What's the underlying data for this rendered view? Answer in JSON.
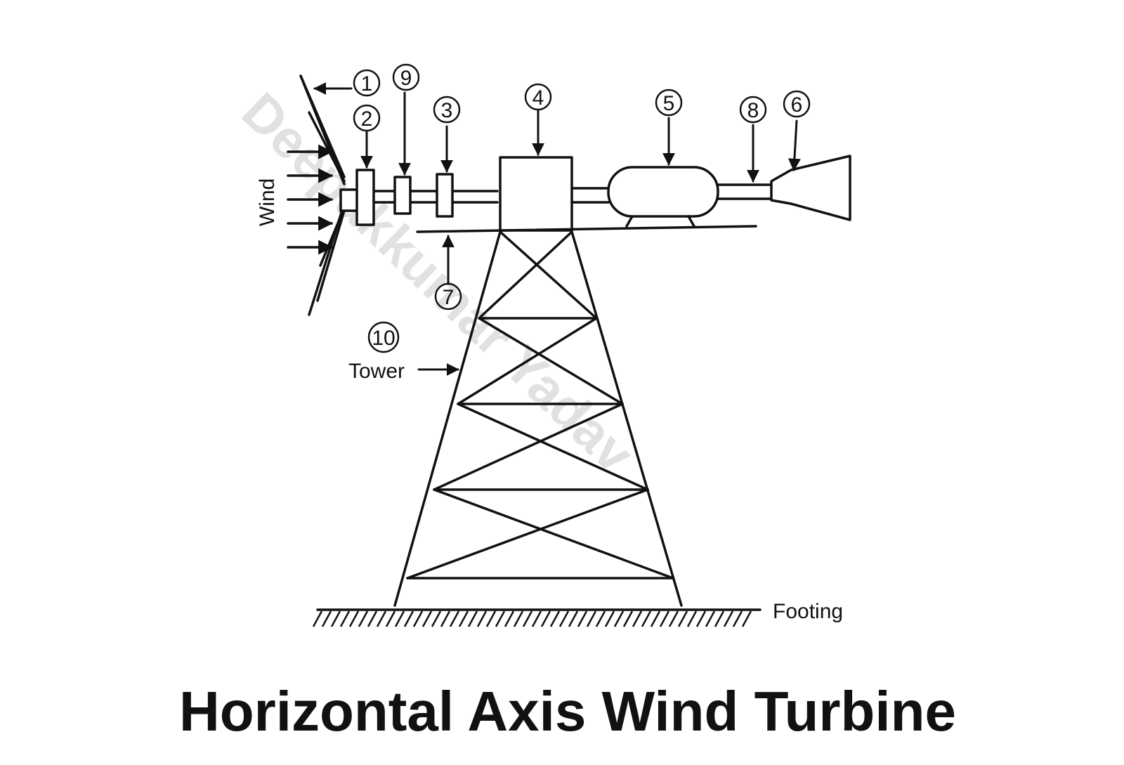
{
  "diagram": {
    "title": "Horizontal Axis Wind Turbine",
    "watermark": "Deepakkumar Yadav",
    "labels": {
      "wind": "Wind",
      "tower": "Tower",
      "footing": "Footing"
    },
    "callouts": [
      "1",
      "2",
      "3",
      "4",
      "5",
      "6",
      "7",
      "8",
      "9",
      "10"
    ]
  }
}
